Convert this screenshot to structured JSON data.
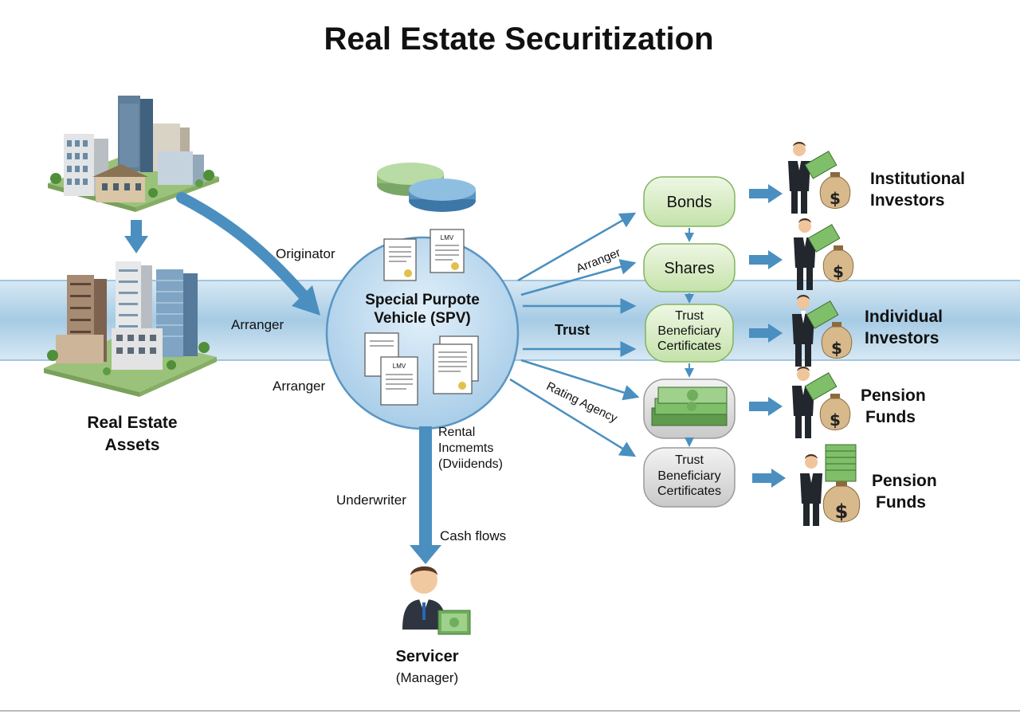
{
  "title": "Real Estate Securitization",
  "labels": {
    "real_estate_assets": [
      "Real Estate",
      "Assets"
    ],
    "originator": "Originator",
    "arranger_left": "Arranger",
    "arranger_bottom": "Arranger",
    "spv": [
      "Special Purpote",
      "Vehicle (SPV)"
    ],
    "doc_stamp_top": "LMV",
    "doc_stamp_bottom": "LMV",
    "trust": "Trust",
    "arranger_diag": "Arranger",
    "rating_agency": "Rating Agency",
    "rental": [
      "Rental",
      "Incmemts",
      "(Dviidends)"
    ],
    "underwriter": "Underwriter",
    "cash_flows": "Cash flows",
    "servicer": "Servicer",
    "servicer_sub": "(Manager)"
  },
  "products": {
    "bonds": [
      "Bonds"
    ],
    "shares": [
      "Shares"
    ],
    "tbc_green": [
      "Trust",
      "Beneficiary",
      "Certificates"
    ],
    "money": [],
    "tbc_gray": [
      "Trust",
      "Beneficiary",
      "Certificates"
    ]
  },
  "investors": {
    "institutional": [
      "Institutional",
      "Investors"
    ],
    "shares_investor": [],
    "individual": [
      "Individual",
      "Investors"
    ],
    "pension1": [
      "Pension",
      "Funds"
    ],
    "pension2": [
      "Pension",
      "Funds"
    ]
  },
  "colors": {
    "band": "#a9cce6",
    "arrow_blue": "#4a8fc0",
    "green_box": "#d4e9bd",
    "gray_box": "#d8d8d8",
    "cash": "#7fbf6a",
    "spv_fill": "#bcd9ee"
  },
  "icons": [
    "building-cluster-icon",
    "database-discs-icon",
    "document-icon",
    "businessman-icon",
    "money-bag-icon",
    "cash-stack-icon",
    "servicer-icon"
  ]
}
